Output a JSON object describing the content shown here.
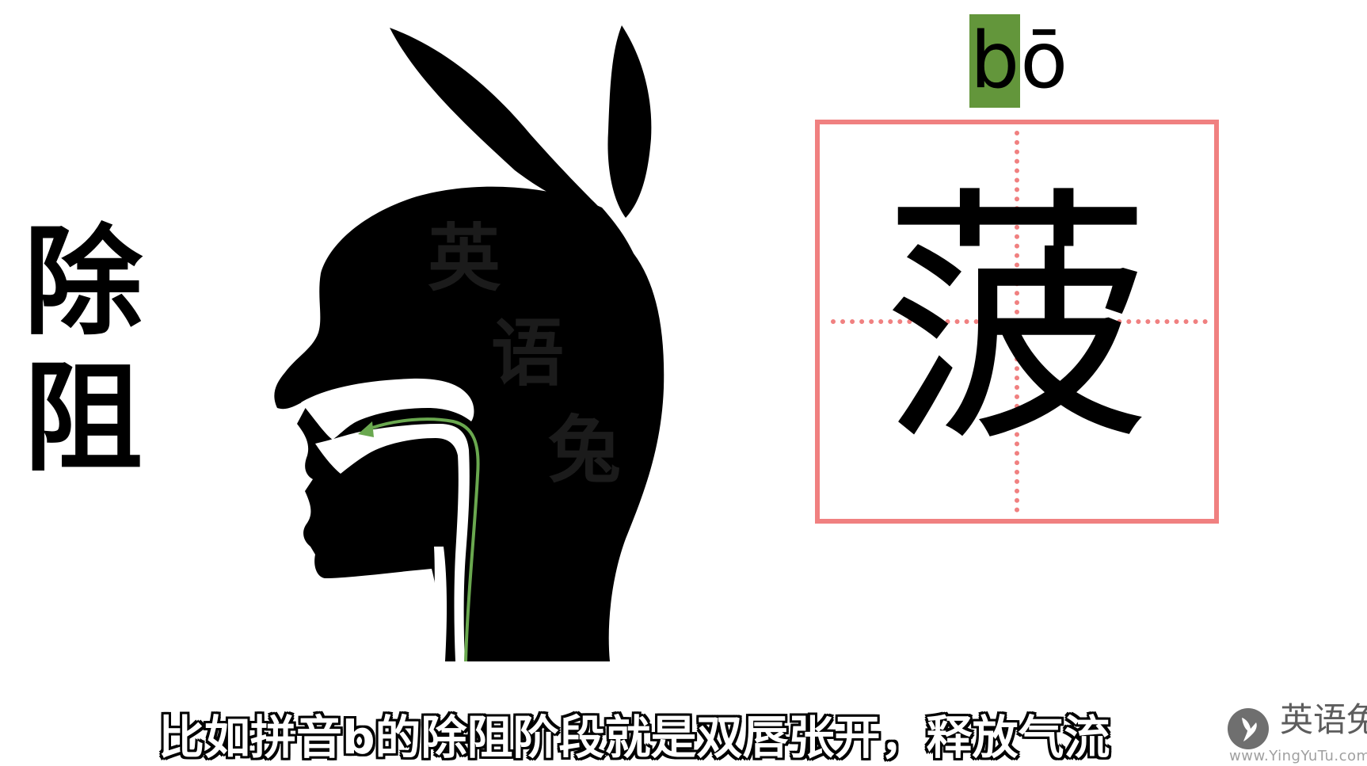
{
  "stage_label": {
    "line1": "除",
    "line2": "阻"
  },
  "watermark": {
    "char1": "英",
    "char2": "语",
    "char3": "兔"
  },
  "pinyin": {
    "initial": "b",
    "final": "ō"
  },
  "character": {
    "hanzi": "菠"
  },
  "subtitle": {
    "text": "比如拼音b的除阻阶段就是双唇张开，释放气流"
  },
  "logo": {
    "name": "英语兔",
    "url": "www.YingYuTu.com"
  },
  "colors": {
    "highlight": "#63963b",
    "grid_border": "#f08080",
    "airflow": "#6aa84f",
    "silhouette": "#000000"
  },
  "icons": [
    "head-silhouette-icon",
    "airflow-arrow-icon",
    "rabbit-logo-icon"
  ]
}
